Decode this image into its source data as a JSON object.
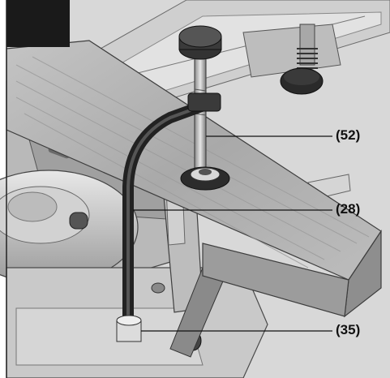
{
  "callouts": {
    "clamp_knob": "(52)",
    "clamp_arm": "(28)",
    "clamp_base": "(35)"
  },
  "colors": {
    "corner_tab": "#1a1a1a",
    "wood_top": "#b0b0b0",
    "machine_grey": "#c8c8c8",
    "clamp_dark": "#2b2b2b"
  }
}
